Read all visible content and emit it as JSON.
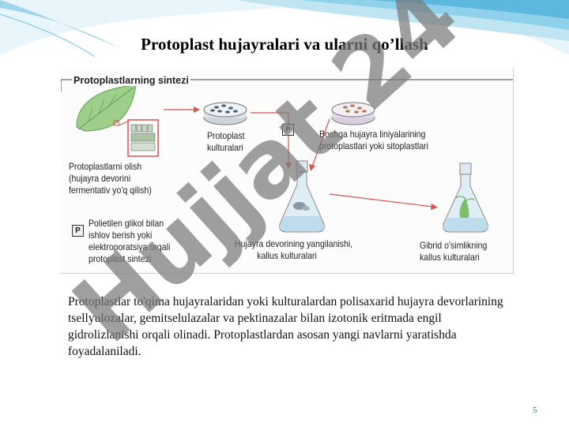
{
  "slide": {
    "title": "Protoplast hujayralari va ularni qo’llash",
    "page_number": "5",
    "paragraph": "Protoplastlar to'qima hujayralaridan yoki kulturalardan polisaxarid hujayra devorlarining tsellyulozalar, gemitselulazalar va pektinazalar bilan izotonik eritmada engil gidrolizlanishi orqali olinadi. Protoplastlardan asosan yangi navlarni yaratishda foyadalaniladi."
  },
  "figure": {
    "title": "Protoplastlarning sintezi",
    "labels": {
      "isolation": [
        "Protoplastlarni olish",
        "(hujayra devorini",
        "fermentativ yo'q qilish)"
      ],
      "cultures": [
        "Protoplast",
        "kulturalari"
      ],
      "other_line": [
        "Boshqa hujayra liniyalarining",
        "protoplastlari yoki sitoplastlari"
      ],
      "peg": [
        "Polietilen glikol bilan",
        "ishlov berish yoki",
        "elektroporatsiya orqali",
        "protoplast sintezi"
      ],
      "regeneration": [
        "Hujayra devorining yangilanishi,",
        "kallus kulturalari"
      ],
      "hybrid": [
        "Gibrid o'simlikning",
        "kallus kulturalari"
      ]
    },
    "badge": "P"
  },
  "watermark": {
    "text": "Hujjat 24",
    "color": "#7a7a7a"
  },
  "colors": {
    "arrow": "#d9534f",
    "wave": "#6fc3e3",
    "page_number": "#2a6fb0"
  }
}
